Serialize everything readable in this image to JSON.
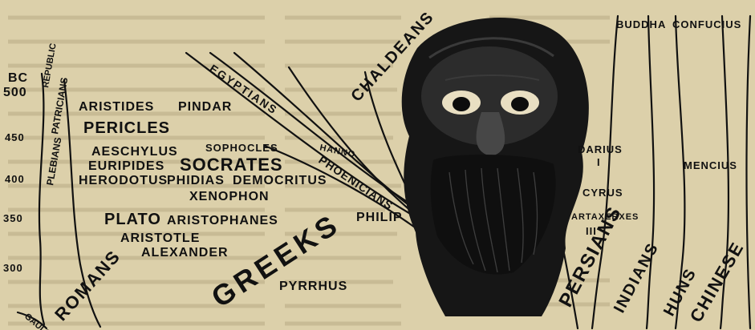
{
  "timeline": {
    "era": "BC",
    "years": [
      "500",
      "450",
      "400",
      "350",
      "300"
    ]
  },
  "rotated_labels": {
    "republic": "REPUBLIC",
    "patricians": "PATRICIANS",
    "plebeians": "PLEBIANS",
    "gauls": "GAULS",
    "romans": "ROMANS",
    "greeks": "GREEKS",
    "egyptians": "EGYPTIANS",
    "chaldeans": "CHALDEANS",
    "phoenicians": "PHOENICIANS",
    "persians": "PERSIANS",
    "indians": "INDIANS",
    "huns": "HUNS",
    "chinese": "CHINESE"
  },
  "greek_figures": {
    "aristides": "ARISTIDES",
    "pindar": "PINDAR",
    "pericles": "PERICLES",
    "aeschylus": "AESCHYLUS",
    "sophocles": "SOPHOCLES",
    "euripides": "EURIPIDES",
    "socrates": "SOCRATES",
    "herodotus": "HERODOTUS",
    "phidias": "PHIDIAS",
    "democritus": "DEMOCRITUS",
    "xenophon": "XENOPHON",
    "plato": "PLATO",
    "aristophanes": "ARISTOPHANES",
    "aristotle": "ARISTOTLE",
    "alexander": "ALEXANDER",
    "philip": "PHILIP",
    "pyrrhus": "PYRRHUS",
    "hanno": "HANNO"
  },
  "eastern_figures": {
    "buddha": "BUDDHA",
    "confucius": "CONFUCIUS",
    "darius": "DARIUS",
    "darius_num": "I",
    "cyrus": "CYRUS",
    "artaxerxes": "ARTAXERXES",
    "artaxerxes_num": "III",
    "mencius": "MENCIUS"
  }
}
